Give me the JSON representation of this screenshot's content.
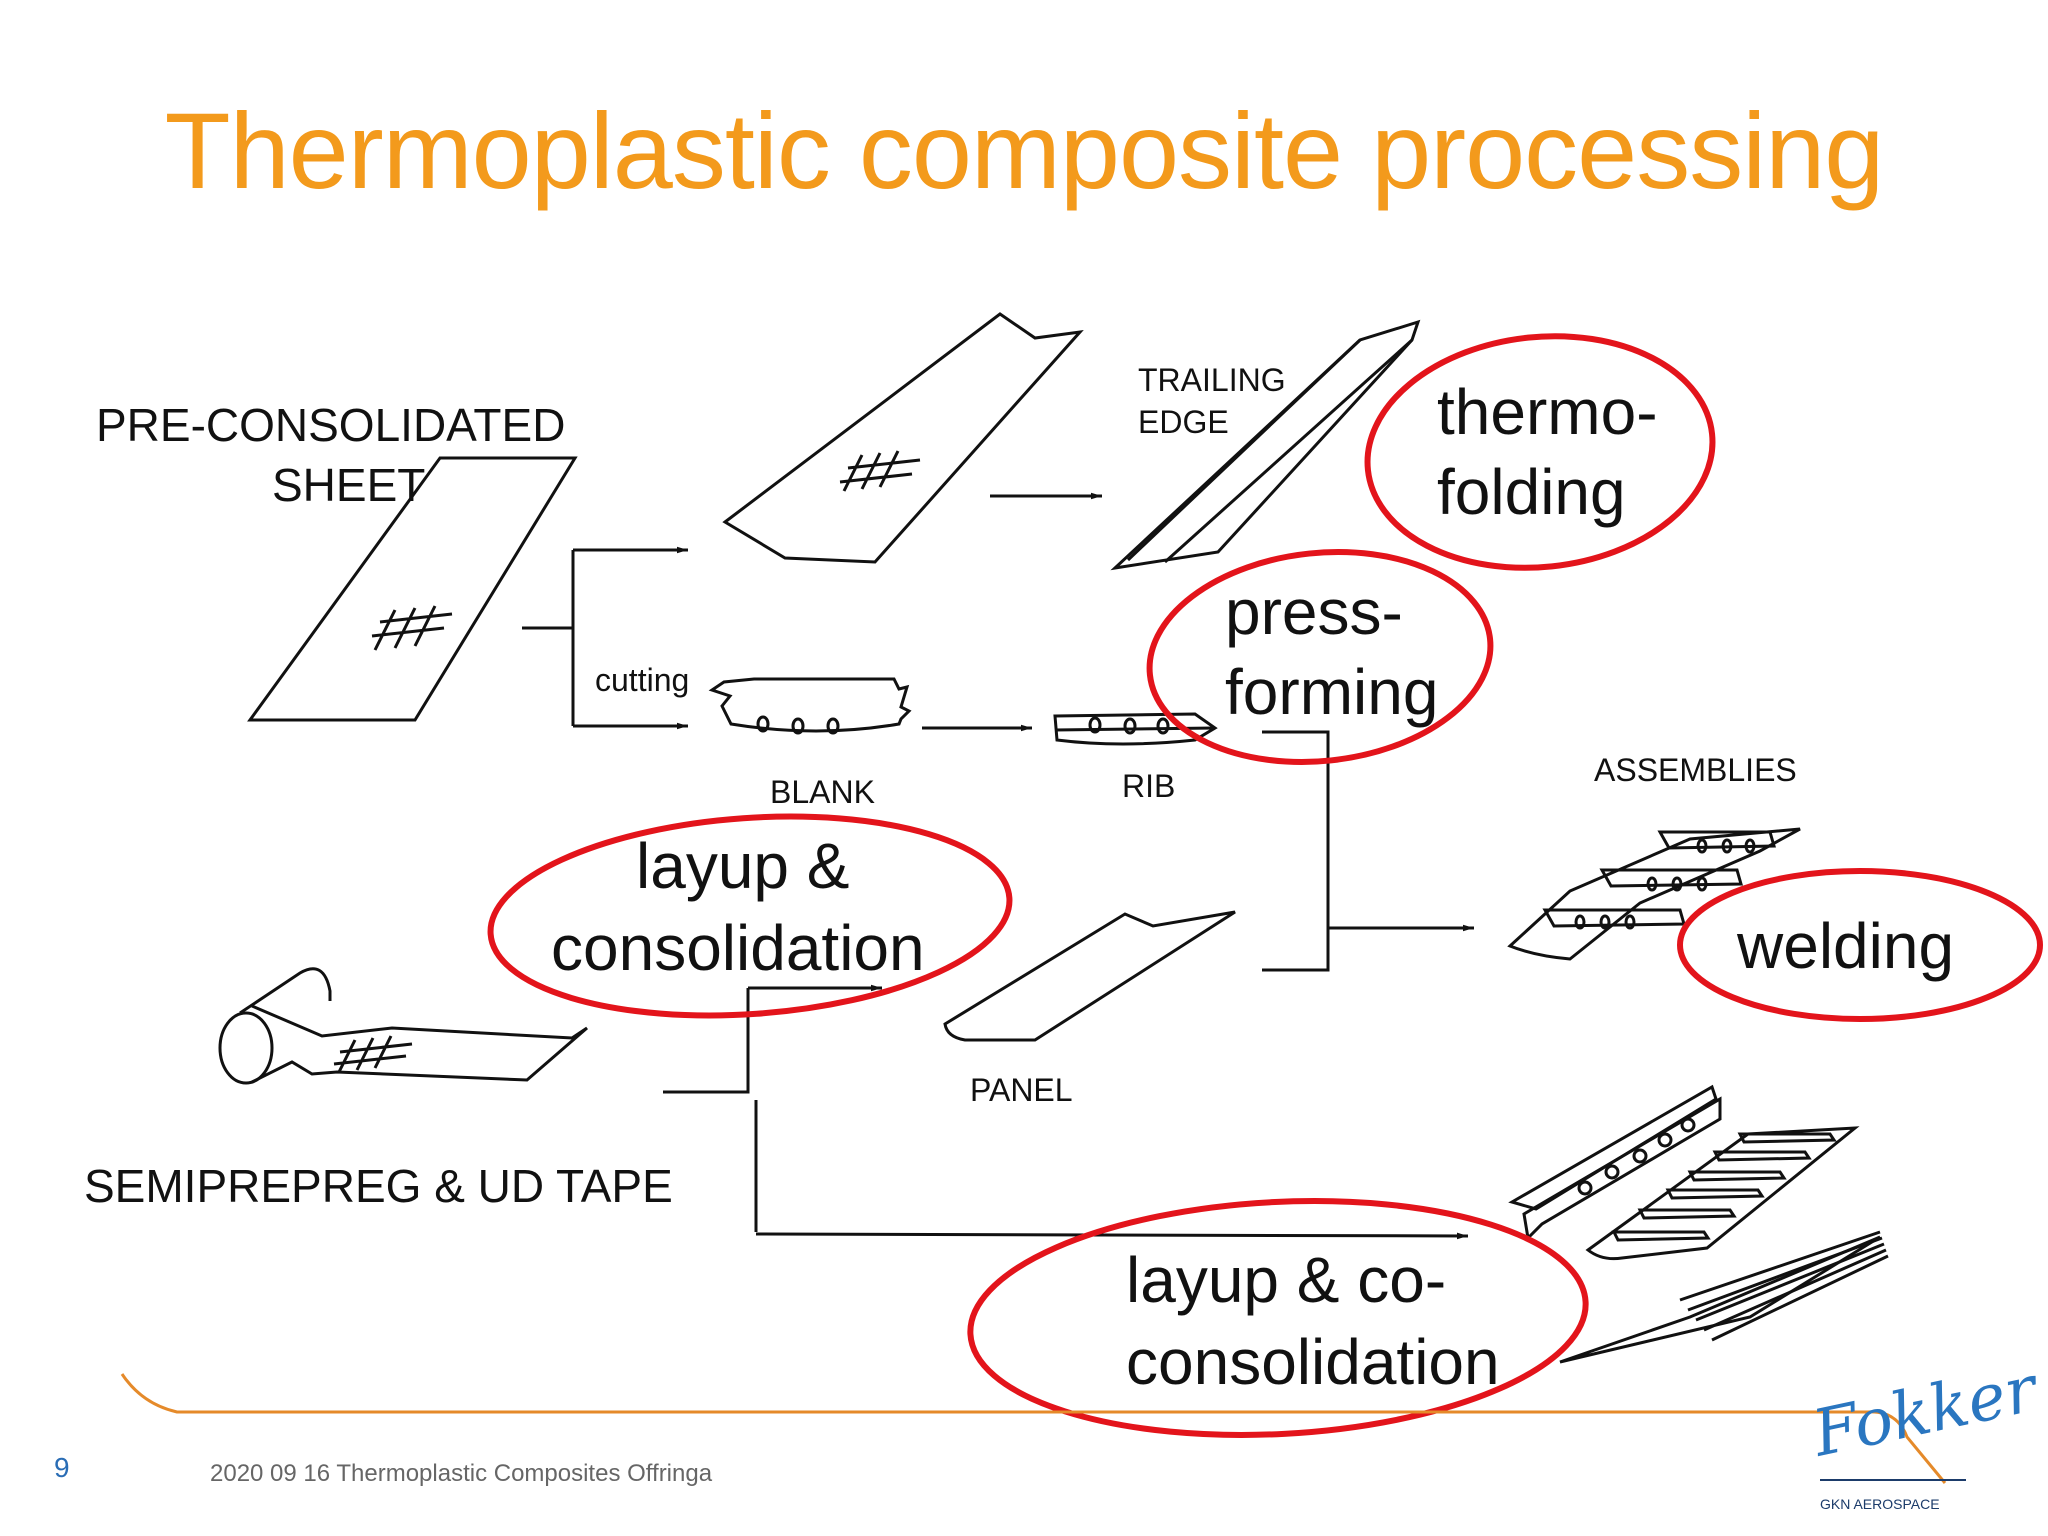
{
  "title": "Thermoplastic composite processing",
  "labels": {
    "pre_consolidated_1": "PRE-CONSOLIDATED",
    "pre_consolidated_2": "SHEET",
    "cutting": "cutting",
    "blank": "BLANK",
    "rib": "RIB",
    "trailing_1": "TRAILING",
    "trailing_2": "EDGE",
    "assemblies": "ASSEMBLIES",
    "panel": "PANEL",
    "semiprepreg": "SEMIPREPREG & UD TAPE"
  },
  "processes": {
    "thermo_1": "thermo-",
    "thermo_2": "folding",
    "press_1": "press-",
    "press_2": "forming",
    "layup_1": "layup &",
    "layup_2": "consolidation",
    "welding": "welding",
    "colayup_1": "layup & co-",
    "colayup_2": "consolidation"
  },
  "footer": {
    "page_number": "9",
    "text": "2020 09 16 Thermoplastic Composites Offringa"
  },
  "logo": {
    "brand": "Fokker",
    "sub": "GKN AEROSPACE"
  },
  "colors": {
    "title": "#F39A1C",
    "highlight_circle": "#E3141B",
    "footer_line": "#E58A2A"
  }
}
